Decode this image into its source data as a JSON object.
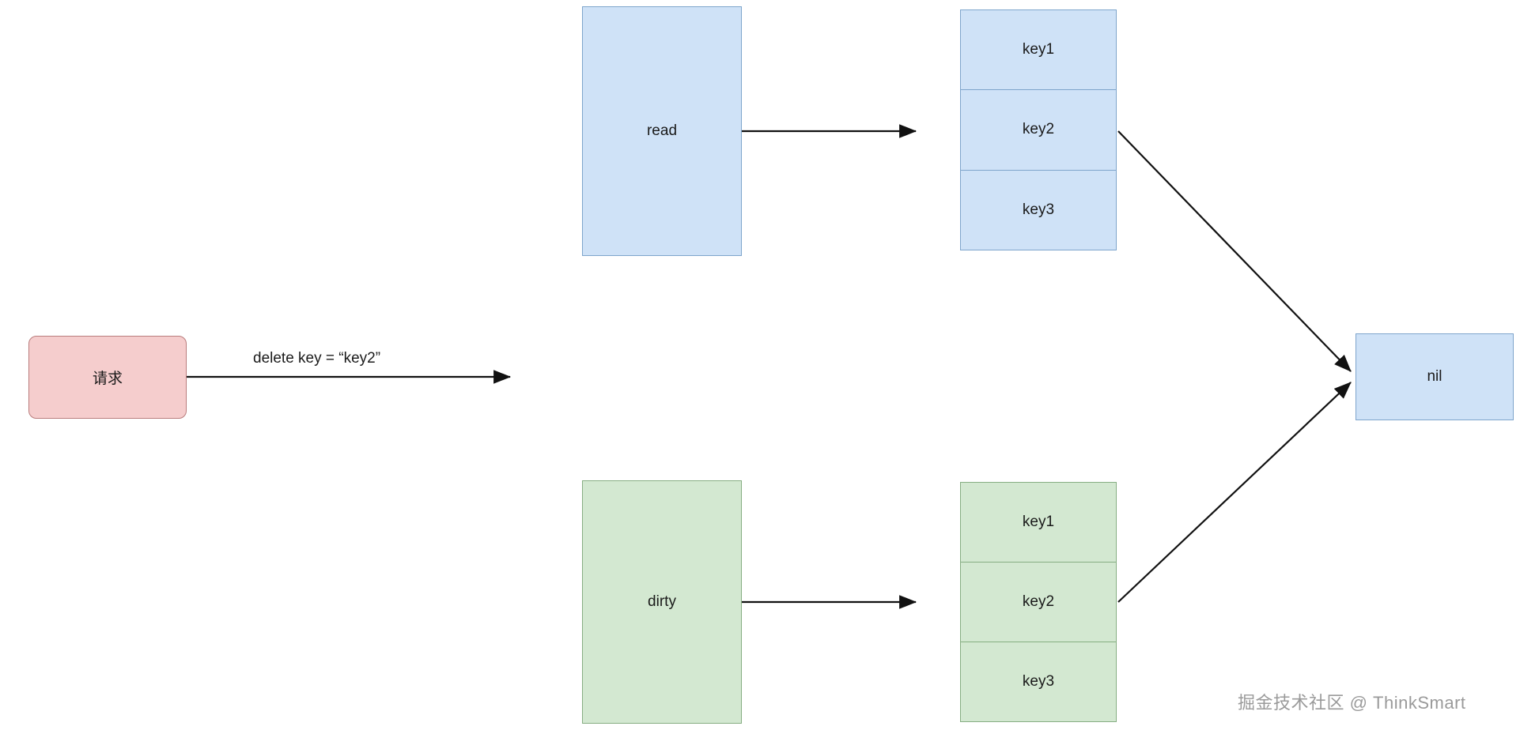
{
  "diagram": {
    "type": "flow-diagram",
    "nodes": {
      "request": {
        "label": "请求",
        "color": "#f5cdcd"
      },
      "read": {
        "label": "read",
        "color": "#cfe2f7"
      },
      "dirty": {
        "label": "dirty",
        "color": "#d3e8d1"
      },
      "nil": {
        "label": "nil",
        "color": "#cfe2f7"
      }
    },
    "read_keys": [
      {
        "label": "key1"
      },
      {
        "label": "key2"
      },
      {
        "label": "key3"
      }
    ],
    "dirty_keys": [
      {
        "label": "key1"
      },
      {
        "label": "key2"
      },
      {
        "label": "key3"
      }
    ],
    "edges": {
      "request_to_flow": "delete key = “key2”"
    }
  },
  "watermark": "掘金技术社区 @ ThinkSmart"
}
